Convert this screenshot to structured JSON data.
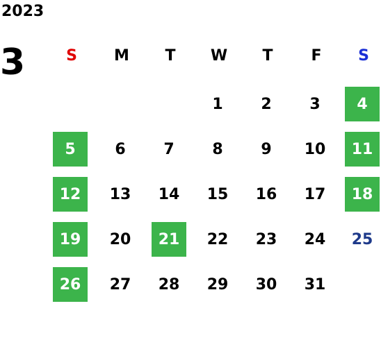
{
  "year": "2023",
  "month": "3",
  "colors": {
    "highlight": "#3cb44b",
    "sunday": "#e00000",
    "saturday": "#1a2fd6",
    "holiday_text": "#1e3a8a",
    "text": "#000000"
  },
  "weekdays": [
    "S",
    "M",
    "T",
    "W",
    "T",
    "F",
    "S"
  ],
  "weeks": [
    [
      null,
      null,
      null,
      {
        "d": "1"
      },
      {
        "d": "2"
      },
      {
        "d": "3"
      },
      {
        "d": "4",
        "hl": true
      }
    ],
    [
      {
        "d": "5",
        "hl": true
      },
      {
        "d": "6"
      },
      {
        "d": "7"
      },
      {
        "d": "8"
      },
      {
        "d": "9"
      },
      {
        "d": "10"
      },
      {
        "d": "11",
        "hl": true
      }
    ],
    [
      {
        "d": "12",
        "hl": true
      },
      {
        "d": "13"
      },
      {
        "d": "14"
      },
      {
        "d": "15"
      },
      {
        "d": "16"
      },
      {
        "d": "17"
      },
      {
        "d": "18",
        "hl": true
      }
    ],
    [
      {
        "d": "19",
        "hl": true
      },
      {
        "d": "20"
      },
      {
        "d": "21",
        "hl": true
      },
      {
        "d": "22"
      },
      {
        "d": "23"
      },
      {
        "d": "24"
      },
      {
        "d": "25",
        "holiday": true
      }
    ],
    [
      {
        "d": "26",
        "hl": true
      },
      {
        "d": "27"
      },
      {
        "d": "28"
      },
      {
        "d": "29"
      },
      {
        "d": "30"
      },
      {
        "d": "31"
      },
      null
    ]
  ]
}
